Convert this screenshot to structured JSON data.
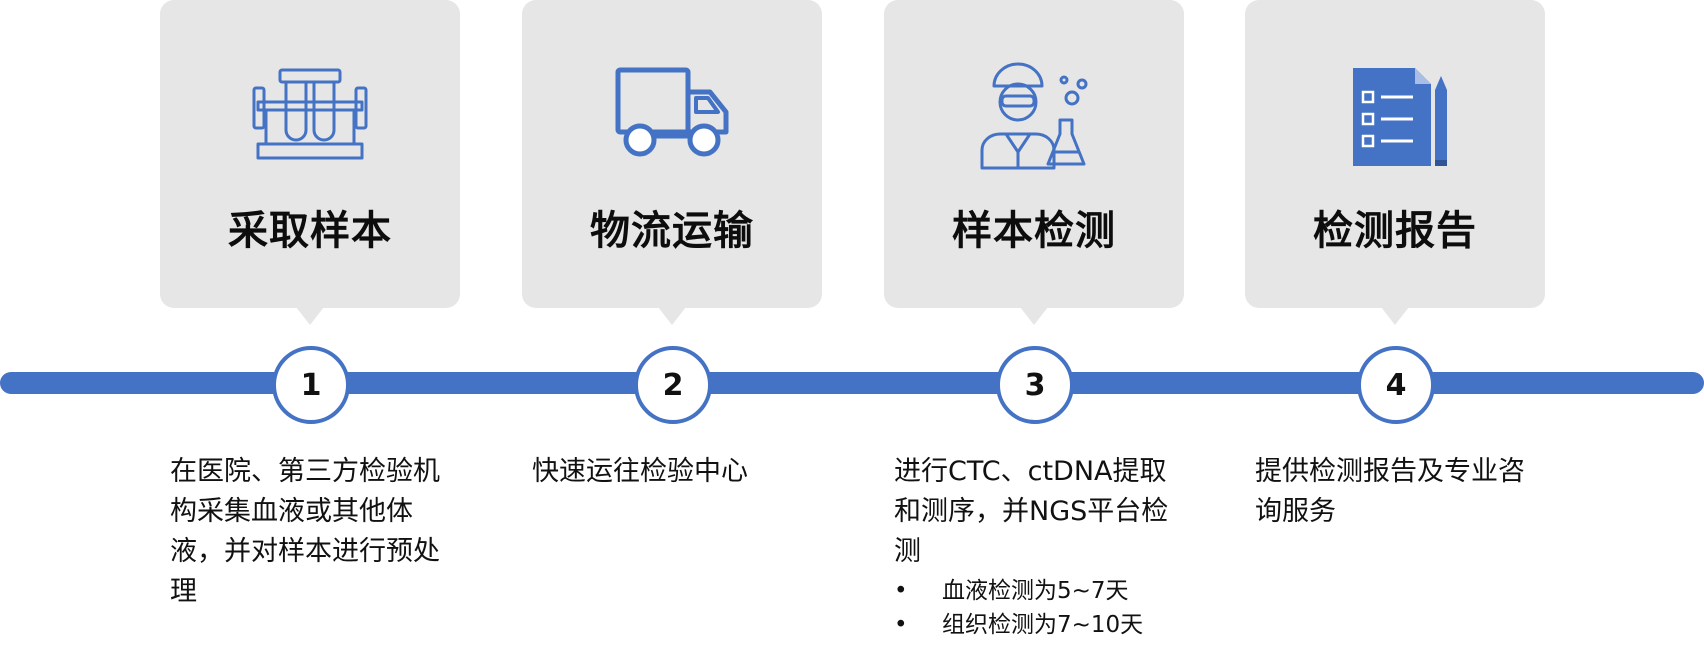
{
  "steps": [
    {
      "number": "1",
      "title": "采取样本",
      "icon": "test-tubes-rack-icon",
      "description": "在医院、第三方检验机构采集血液或其他体液，并对样本进行预处理",
      "bullets": []
    },
    {
      "number": "2",
      "title": "物流运输",
      "icon": "delivery-truck-icon",
      "description": "快速运往检验中心",
      "bullets": []
    },
    {
      "number": "3",
      "title": "样本检测",
      "icon": "lab-scientist-icon",
      "description": "进行CTC、ctDNA提取和测序，并NGS平台检测",
      "bullets": [
        "血液检测为5~7天",
        "组织检测为7~10天"
      ]
    },
    {
      "number": "4",
      "title": "检测报告",
      "icon": "report-document-icon",
      "description": "提供检测报告及专业咨询服务",
      "bullets": []
    }
  ],
  "colors": {
    "accent": "#4472c4",
    "card": "#e6e6e6",
    "text": "#111111"
  }
}
